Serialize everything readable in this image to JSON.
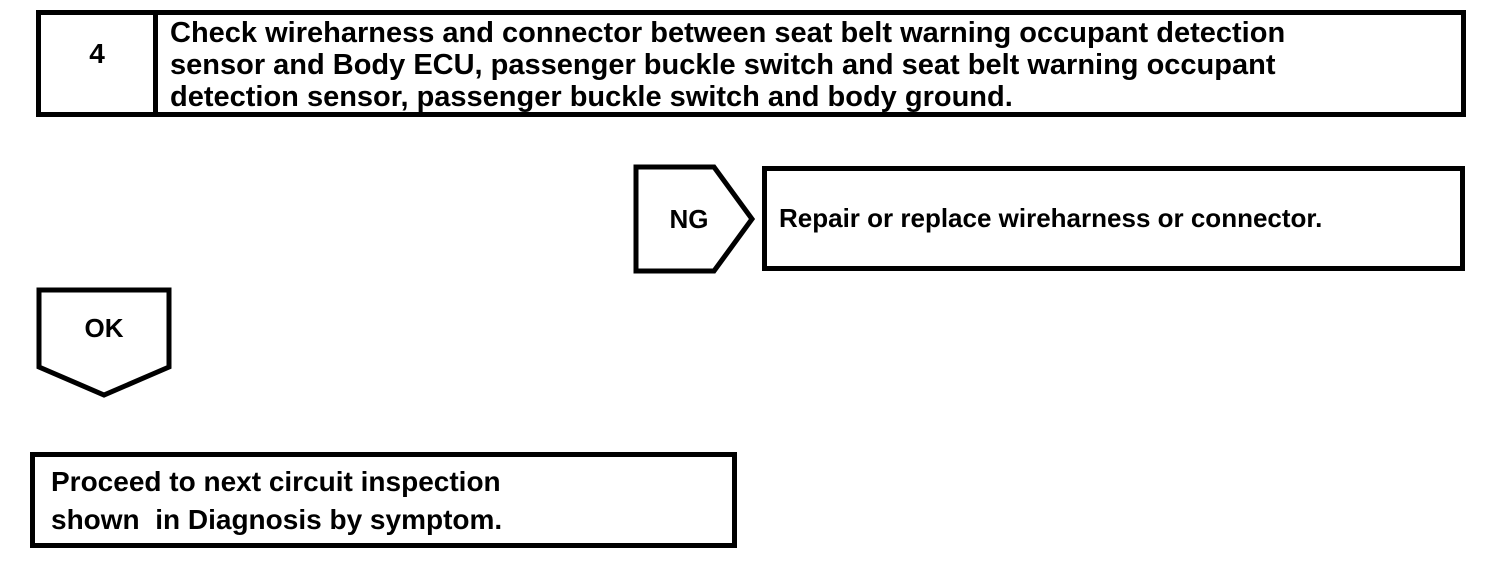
{
  "colors": {
    "ink": "#000000",
    "paper": "#ffffff"
  },
  "flowchart": {
    "step_box": {
      "number": "4",
      "instruction_lines": [
        "Check wireharness and connector between seat belt warning occupant detection",
        "sensor and Body ECU, passenger buckle switch and seat belt warning occupant",
        "detection sensor, passenger buckle switch and body ground."
      ]
    },
    "ng_branch": {
      "label": "NG",
      "result": "Repair or replace wireharness or connector."
    },
    "ok_branch": {
      "label": "OK",
      "result_lines": [
        "Proceed to next circuit inspection",
        "shown  in Diagnosis by symptom."
      ]
    }
  }
}
